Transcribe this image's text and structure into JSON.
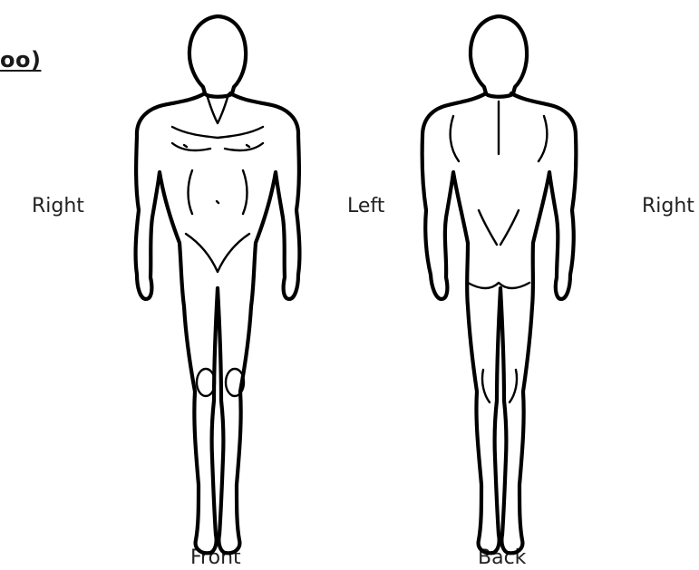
{
  "header_fragment": "oo)",
  "labels": {
    "front_side_right": "Right",
    "center_left": "Left",
    "back_side_right": "Right",
    "front_caption": "Front",
    "back_caption": "Back"
  },
  "stroke_color": "#000000",
  "text_color": "#222222"
}
